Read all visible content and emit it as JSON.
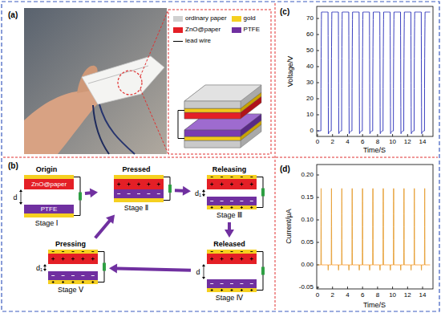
{
  "diagram": {
    "nodes": [
      {
        "text": [
          "Origin",
          "Stage Ⅰ"
        ]
      },
      {
        "text": [
          "ZnO@paper"
        ],
        "in": 0
      },
      {
        "text": [
          "PTFE"
        ],
        "in": 0
      },
      {
        "text": [
          "Pressed",
          "Stage Ⅱ"
        ]
      },
      {
        "text": [
          "Releasing",
          "Stage Ⅲ"
        ]
      },
      {
        "text": [
          "Released",
          "Stage Ⅳ"
        ]
      },
      {
        "text": [
          "Pressing",
          "Stage Ⅴ"
        ]
      }
    ],
    "edges": [
      {
        "from": 0,
        "to": 3,
        "arrow": "to"
      },
      {
        "from": 3,
        "to": 4,
        "arrow": "to"
      },
      {
        "from": 4,
        "to": 5,
        "arrow": "to"
      },
      {
        "from": 5,
        "to": 6,
        "arrow": "to"
      },
      {
        "from": 6,
        "to": 3,
        "arrow": "to"
      }
    ],
    "labels": [
      "(a)",
      "(b)",
      "d",
      "d₁",
      "d₁",
      "d",
      "(c)",
      "Voltage/V",
      "70",
      "60",
      "50",
      "40",
      "30",
      "20",
      "10",
      "0",
      "0",
      "2",
      "4",
      "6",
      "8",
      "10",
      "12",
      "14",
      "Time/S",
      "(d)",
      "Current/μA",
      "0.20",
      "0.15",
      "0.10",
      "0.05",
      "0.00",
      "-0.05",
      "0",
      "2",
      "4",
      "6",
      "8",
      "10",
      "12",
      "14",
      "Time/S"
    ],
    "legend": [
      {
        "text": "ordinary paper",
        "color": "#d0d0d0"
      },
      {
        "text": "gold",
        "color": "#f5d020"
      },
      {
        "text": "ZnO@paper",
        "color": "#e41f26"
      },
      {
        "text": "PTFE",
        "color": "#7030a0"
      },
      {
        "text": "lead wire"
      }
    ]
  }
}
